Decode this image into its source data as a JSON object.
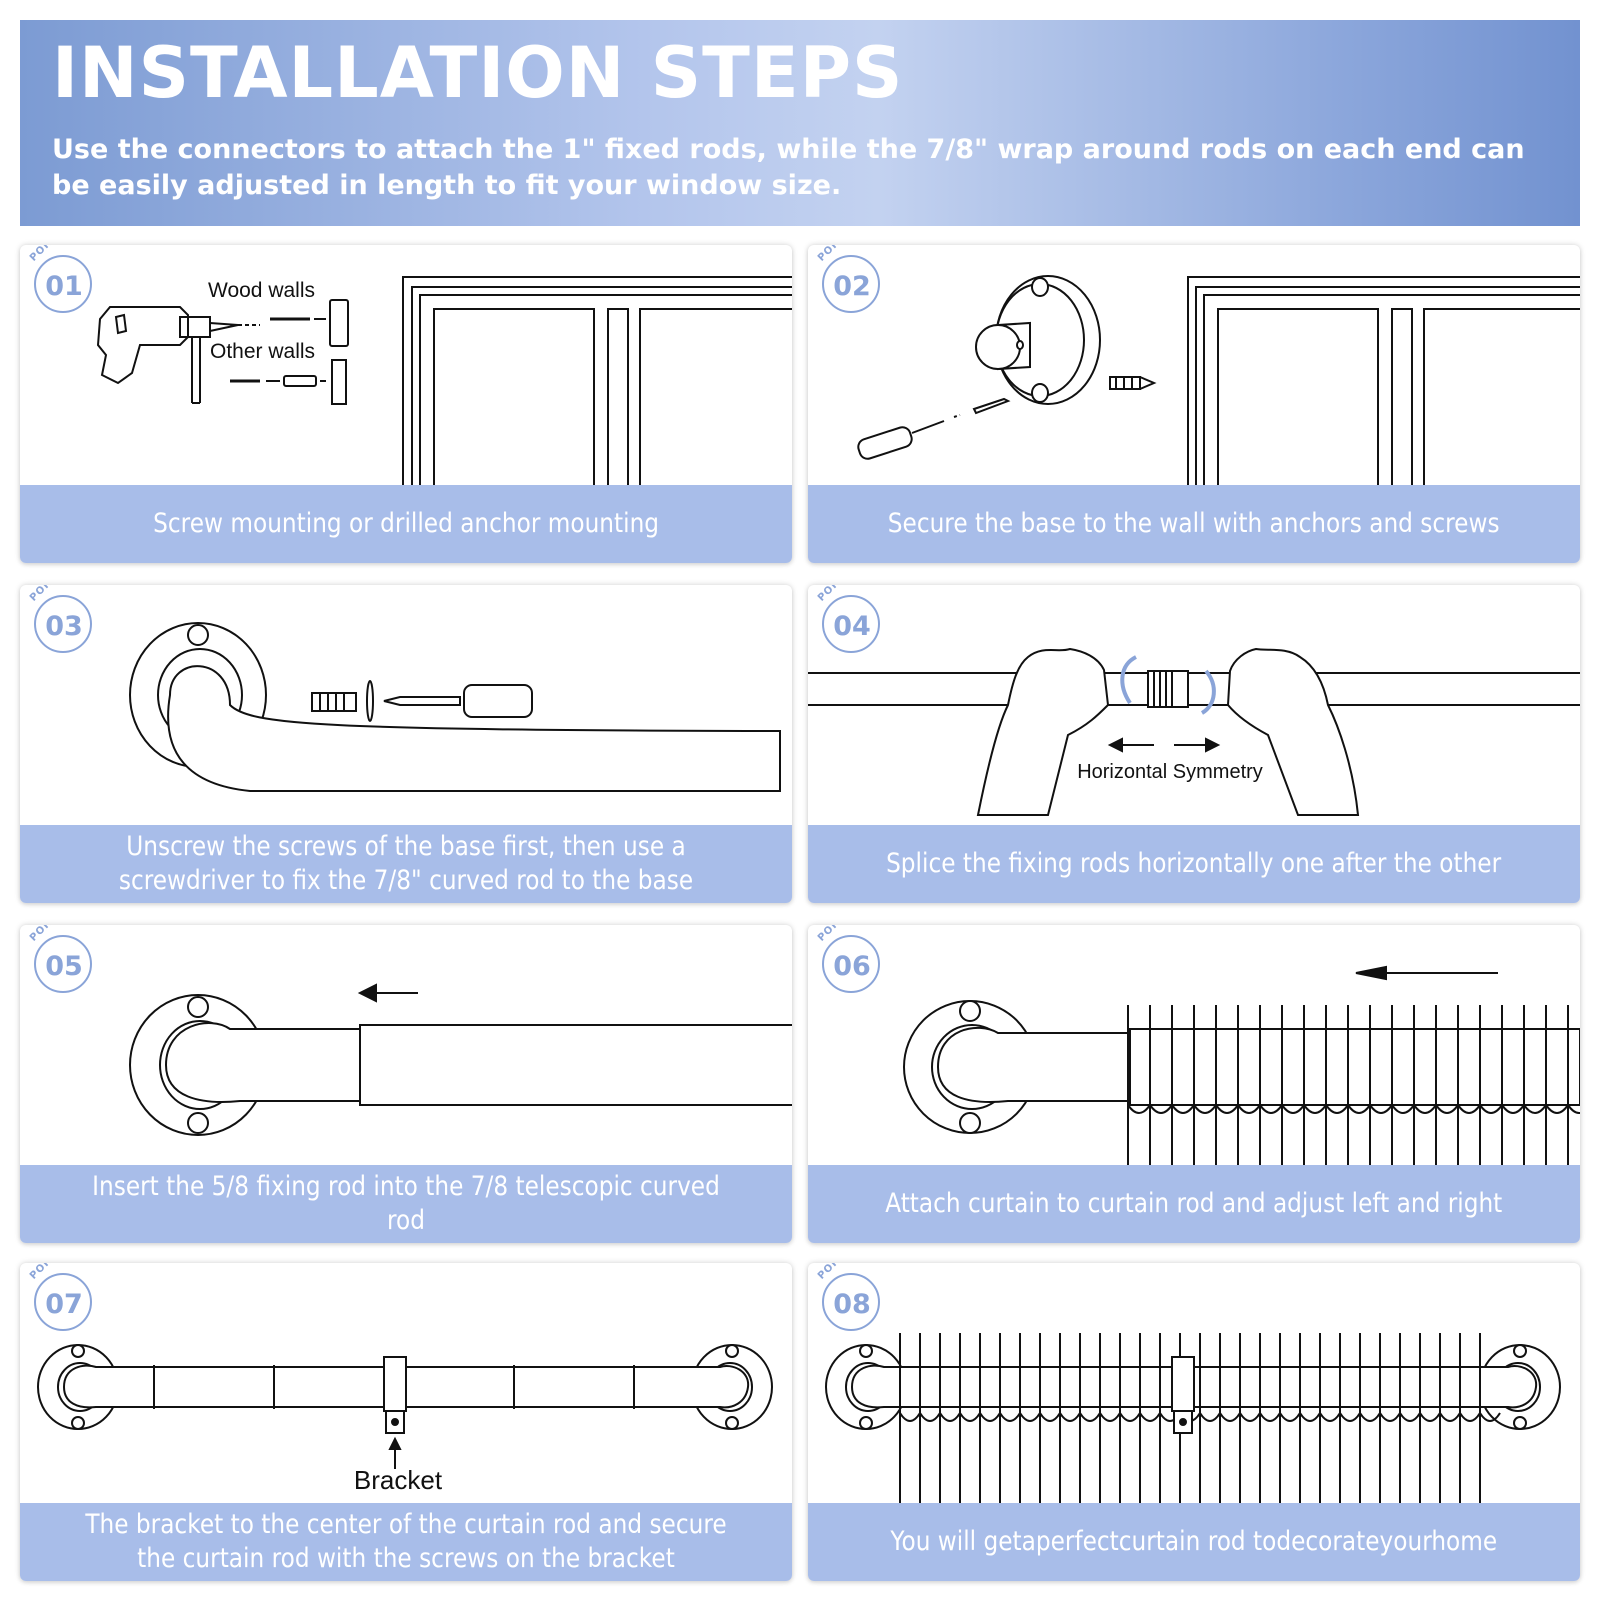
{
  "header": {
    "title": "INSTALLATION STEPS",
    "subtitle": "Use the connectors to attach the 1\" fixed rods, while the 7/8\" wrap around rods on each end can be easily adjusted in length to fit your window size."
  },
  "badge_word": "POINT",
  "steps": [
    {
      "num": "01",
      "caption": "Screw mounting or drilled anchor mounting",
      "labels": {
        "wood": "Wood walls",
        "other": "Other walls"
      }
    },
    {
      "num": "02",
      "caption": "Secure the base to the wall with anchors and screws"
    },
    {
      "num": "03",
      "caption": "Unscrew the screws of the base first, then use a screwdriver to fix the 7/8\" curved rod to the base"
    },
    {
      "num": "04",
      "caption": "Splice the fixing rods horizontally one after the other",
      "labels": {
        "symmetry": "Horizontal Symmetry"
      }
    },
    {
      "num": "05",
      "caption": "Insert the 5/8 fixing rod into the 7/8 telescopic curved rod"
    },
    {
      "num": "06",
      "caption": "Attach curtain to curtain rod and adjust left and right"
    },
    {
      "num": "07",
      "caption": "The bracket to the center of the curtain rod and secure the curtain rod with the screws on the bracket",
      "labels": {
        "bracket": "Bracket"
      }
    },
    {
      "num": "08",
      "caption": "You will getaperfectcurtain rod todecorateyourhome"
    }
  ],
  "colors": {
    "accent": "#a8bde9",
    "badge": "#8aa4d8",
    "header_gradient_start": "#7c9bd3",
    "header_gradient_end": "#7292d0"
  }
}
